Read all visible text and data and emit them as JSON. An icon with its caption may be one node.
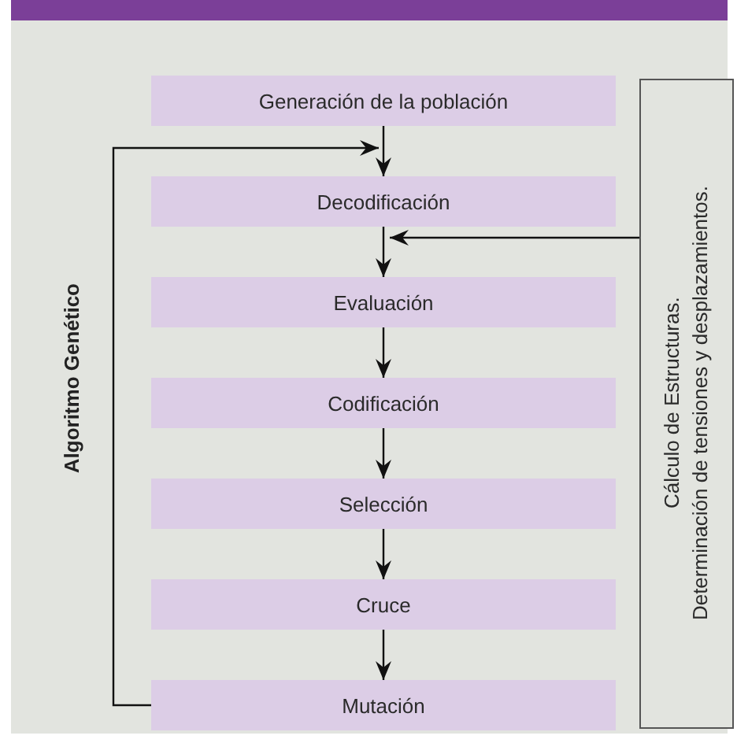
{
  "diagram": {
    "nodes": [
      {
        "text": [
          "Generación de la población"
        ]
      },
      {
        "text": [
          "Decodificación"
        ]
      },
      {
        "text": [
          "Evaluación"
        ]
      },
      {
        "text": [
          "Codificación"
        ]
      },
      {
        "text": [
          "Selección"
        ]
      },
      {
        "text": [
          "Cruce"
        ]
      },
      {
        "text": [
          "Mutación"
        ]
      },
      {
        "text": [
          "Cálculo de Estructuras.",
          "Determinación de tensiones y desplazamientos."
        ]
      }
    ],
    "edges": [
      {
        "from": 0,
        "to": 1,
        "arrow": "to"
      },
      {
        "from": 1,
        "to": 2,
        "arrow": "to"
      },
      {
        "from": 2,
        "to": 3,
        "arrow": "to"
      },
      {
        "from": 3,
        "to": 4,
        "arrow": "to"
      },
      {
        "from": 4,
        "to": 5,
        "arrow": "to"
      },
      {
        "from": 5,
        "to": 6,
        "arrow": "to"
      },
      {
        "from": 6,
        "to": 1,
        "arrow": "to"
      },
      {
        "from": 7,
        "to": 2,
        "arrow": "to"
      }
    ],
    "labels": [
      "Algoritmo Genético"
    ]
  }
}
